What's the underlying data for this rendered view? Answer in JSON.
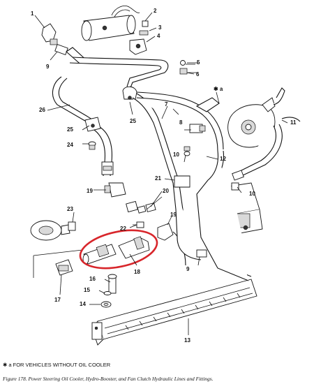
{
  "callouts": {
    "c1": "1",
    "c2": "2",
    "c3": "3",
    "c4": "4",
    "c5": "5",
    "c6": "6",
    "c7": "7",
    "c8": "8",
    "c9a": "9",
    "c9b": "9",
    "c10a": "10",
    "c10b": "10",
    "c11": "11",
    "c12": "12",
    "c13": "13",
    "c14": "14",
    "c15": "15",
    "c16": "16",
    "c17": "17",
    "c18": "18",
    "c19a": "19",
    "c19b": "19",
    "c20": "20",
    "c21": "21",
    "c22": "22",
    "c23": "23",
    "c24": "24",
    "c25a": "25",
    "c25b": "25",
    "c26": "26",
    "star_a": "✱ a"
  },
  "footnote": "✱  a  FOR VEHICLES WITHOUT OIL COOLER",
  "caption": "Figure 178.  Power Steering Oil Cooler, Hydro-Booster, and Fan Clutch Hydraulic Lines and Fittings.",
  "colors": {
    "highlight": "#d8262b",
    "ink": "#111111"
  }
}
